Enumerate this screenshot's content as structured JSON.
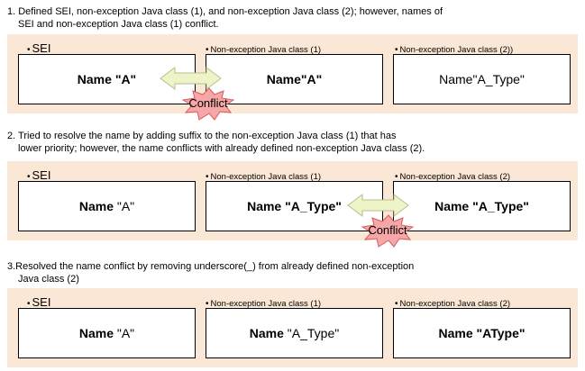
{
  "steps": [
    {
      "text_line1": "1. Defined SEI, non-exception Java class (1), and non-exception Java class (2); however, names of",
      "text_line2": "SEI and non-exception Java class (1) conflict.",
      "boxes": [
        {
          "label": "SEI",
          "name_prefix": "Name ",
          "name_value": "\"A\"",
          "prefix_bold": true,
          "value_bold": true
        },
        {
          "label": "Non-exception Java class (1)",
          "name_prefix": "Name",
          "name_value": "\"A\"",
          "prefix_bold": true,
          "value_bold": true
        },
        {
          "label": "Non-exception Java class (2))",
          "name_prefix": "Name",
          "name_value": "\"A_Type\"",
          "prefix_bold": false,
          "value_bold": false
        }
      ],
      "conflict": "Conflict"
    },
    {
      "text_line1": "2. Tried to resolve the name by adding suffix to the non-exception Java class (1) that has",
      "text_line2": "lower priority; however, the name conflicts with already defined non-exception Java class (2).",
      "boxes": [
        {
          "label": "SEI",
          "name_prefix": "Name ",
          "name_value": "\"A\"",
          "prefix_bold": true,
          "value_bold": false
        },
        {
          "label": "Non-exception Java class (1)",
          "name_prefix": "Name ",
          "name_value": "\"A_Type\"",
          "prefix_bold": true,
          "value_bold": true
        },
        {
          "label": "Non-exception Java class (2)",
          "name_prefix": "Name ",
          "name_value": "\"A_Type\"",
          "prefix_bold": true,
          "value_bold": true
        }
      ],
      "conflict": "Conflict"
    },
    {
      "text_line1": "3.Resolved the name conflict by removing underscore(_) from already defined non-exception",
      "text_line2": "Java class (2)",
      "boxes": [
        {
          "label": "SEI",
          "name_prefix": "Name ",
          "name_value": "\"A\"",
          "prefix_bold": true,
          "value_bold": false
        },
        {
          "label": "Non-exception Java class (1)",
          "name_prefix": "Name ",
          "name_value": "\"A_Type\"",
          "prefix_bold": true,
          "value_bold": false
        },
        {
          "label": "Non-exception Java class (2)",
          "name_prefix": "Name ",
          "name_value": "\"AType\"",
          "prefix_bold": true,
          "value_bold": true
        }
      ]
    }
  ],
  "colors": {
    "band": "#fbe7d6",
    "arrow_fill": "#eef3c8",
    "arrow_stroke": "#b9bf8c",
    "burst_fill": "#f6a7a8",
    "burst_stroke": "#d85a5e"
  }
}
